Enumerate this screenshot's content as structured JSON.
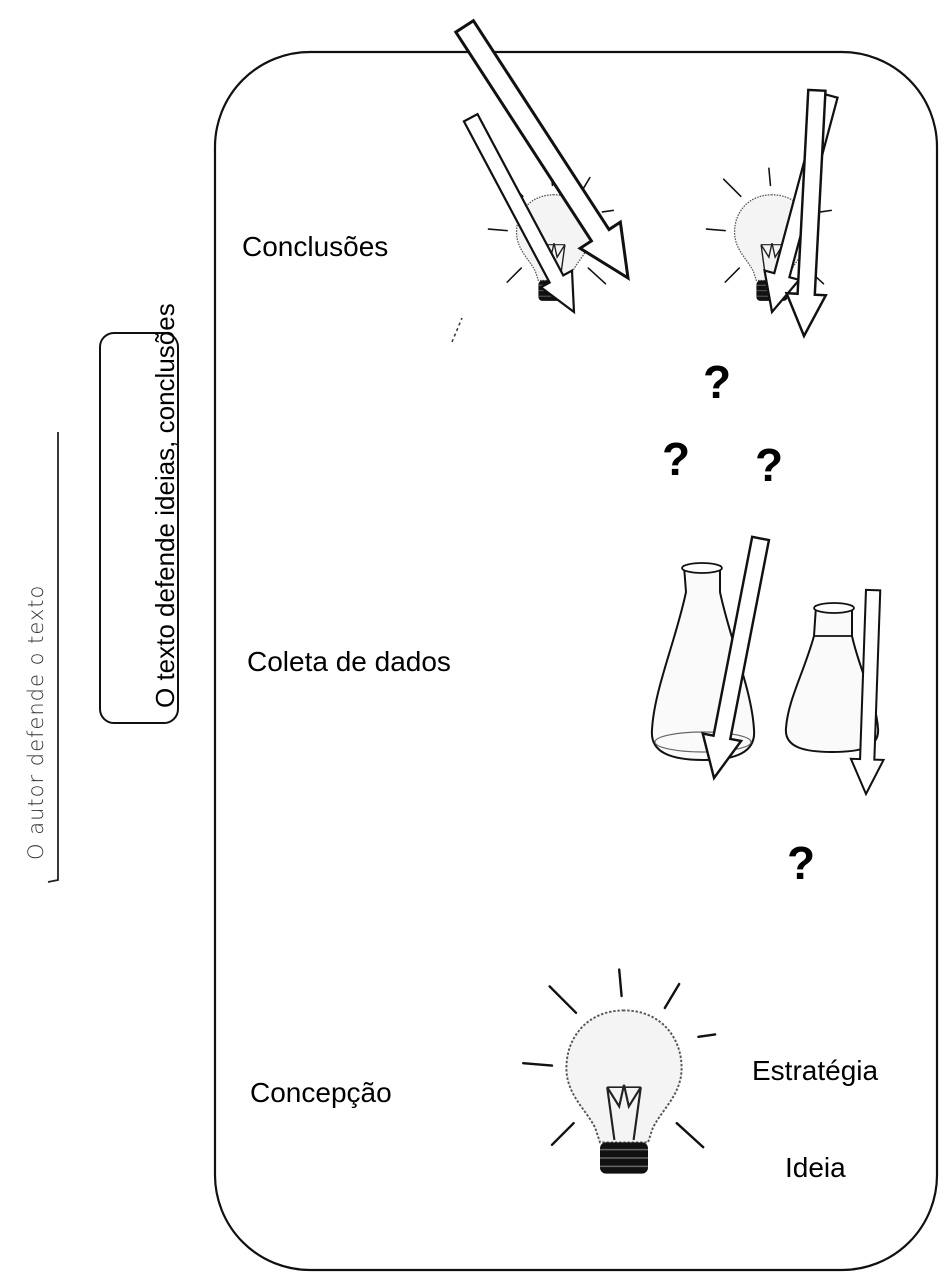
{
  "side_captions": {
    "outer": "O autor defende o texto",
    "inner": "O texto defende ideias, conclusões"
  },
  "stages": {
    "top": "Conclusões",
    "middle": "Coleta de dados",
    "bottom": "Concepção"
  },
  "bottom_labels": {
    "strategy": "Estratégia",
    "idea": "Ideia"
  },
  "question_mark": "?",
  "icons": {
    "bulb": "light-bulb-icon",
    "flask": "erlenmeyer-flask-icon",
    "arrow": "hollow-arrow-icon"
  }
}
